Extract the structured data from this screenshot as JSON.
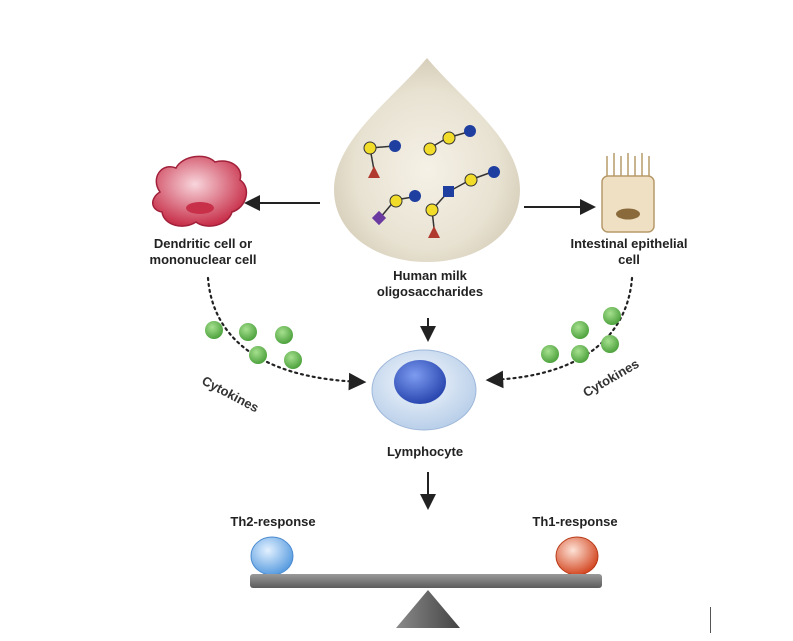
{
  "labels": {
    "hmo": [
      "Human milk",
      "oligosaccharides"
    ],
    "dendritic": [
      "Dendritic cell or",
      "mononuclear cell"
    ],
    "epithelial": [
      "Intestinal epithelial",
      "cell"
    ],
    "cytokines_left": "Cytokines",
    "cytokines_right": "Cytokines",
    "lymphocyte": "Lymphocyte",
    "th2": "Th2-response",
    "th1": "Th1-response"
  },
  "colors": {
    "drop": "#e8e2d2",
    "glycan_yellow": "#f2dc2a",
    "glycan_blue": "#1f3fa0",
    "glycan_red": "#b03a2e",
    "glycan_purple": "#6a3aa0",
    "dendritic_cell": "#c8304a",
    "epithelial_cell": "#efe0c4",
    "cytokine": "#6abf5a",
    "lymphocyte_outer": "#cfe0f2",
    "lymphocyte_nucleus": "#3a5bc6",
    "th2_cell": "#7fb7ec",
    "th1_cell": "#e0603a",
    "balance": "#666666"
  },
  "icons": [
    "milk-drop-icon",
    "dendritic-cell-icon",
    "epithelial-cell-icon",
    "lymphocyte-icon",
    "th2-cell-icon",
    "th1-cell-icon",
    "balance-scale-icon"
  ]
}
